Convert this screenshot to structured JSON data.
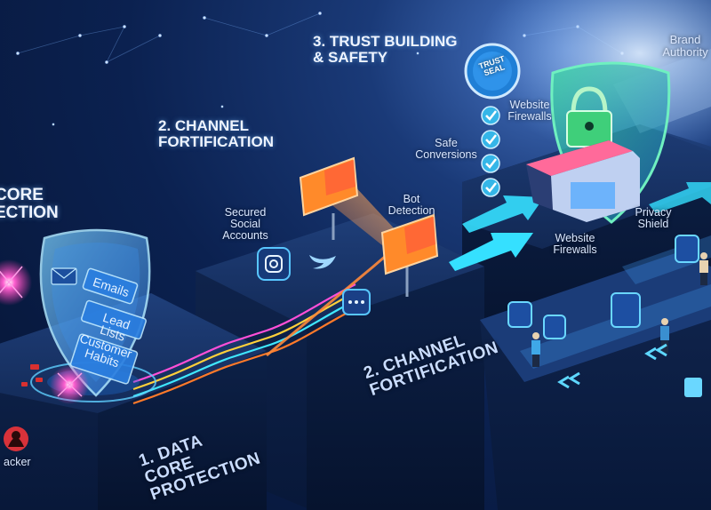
{
  "labels": {
    "core_partial": "CORE",
    "ection_partial": "ECTION",
    "step2_line1": "2. CHANNEL",
    "step2_line2": "FORTIFICATION",
    "step3_line1": "3. TRUST BUILDING",
    "step3_line2": "& SAFETY",
    "brand_authority_1": "Brand",
    "brand_authority_2": "Authority",
    "trust_seal_1": "TRUST",
    "trust_seal_2": "SEAL",
    "website_firewalls_1": "Website",
    "website_firewalls_2": "Firewalls",
    "safe_conversions_1": "Safe",
    "safe_conversions_2": "Conversions",
    "bot_detection_1": "Bot",
    "bot_detection_2": "Detection",
    "secured_social_1": "Secured",
    "secured_social_2": "Social",
    "secured_social_3": "Accounts",
    "privacy_shield_1": "Privacy",
    "privacy_shield_2": "Shield",
    "hacker_partial": "acker",
    "block1_line1": "1. DATA CORE",
    "block1_line2": "PROTECTION",
    "block2_line1": "2. CHANNEL",
    "block2_line2": "FORTIFICATION"
  },
  "shield_cards": [
    "Emails",
    "Lead Lists",
    "Customer",
    "Habits"
  ],
  "colors": {
    "background": "#0b2150",
    "neon_cyan": "#35e0ff",
    "neon_pink": "#ff4fd8",
    "billboard_orange": "#ff8a2a",
    "shield_green": "#3fe0a2"
  },
  "icons": [
    "email-icon",
    "hacker-icon",
    "instagram-icon",
    "twitter-icon",
    "chat-icon",
    "trust-seal-icon",
    "lock-icon",
    "store-icon",
    "facebook-icon",
    "cart-icon",
    "shirt-product-icon"
  ]
}
